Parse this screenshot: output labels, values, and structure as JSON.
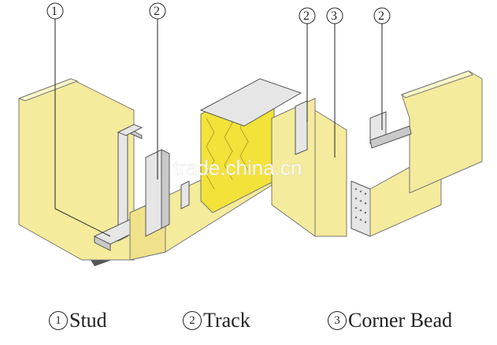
{
  "callouts": {
    "stud_mark": "1",
    "track_left_mark": "2",
    "track_mid_mark": "2",
    "corner_mark": "3",
    "track_right_mark": "2"
  },
  "watermark": "trade.china.cn",
  "legend": [
    {
      "mark": "1",
      "label": "Stud"
    },
    {
      "mark": "2",
      "label": "Track"
    },
    {
      "mark": "3",
      "label": "Corner Bead"
    }
  ],
  "colors": {
    "board": "#f4eb9c",
    "insulation": "#f2e23a",
    "metal": "#e6e6e6"
  }
}
